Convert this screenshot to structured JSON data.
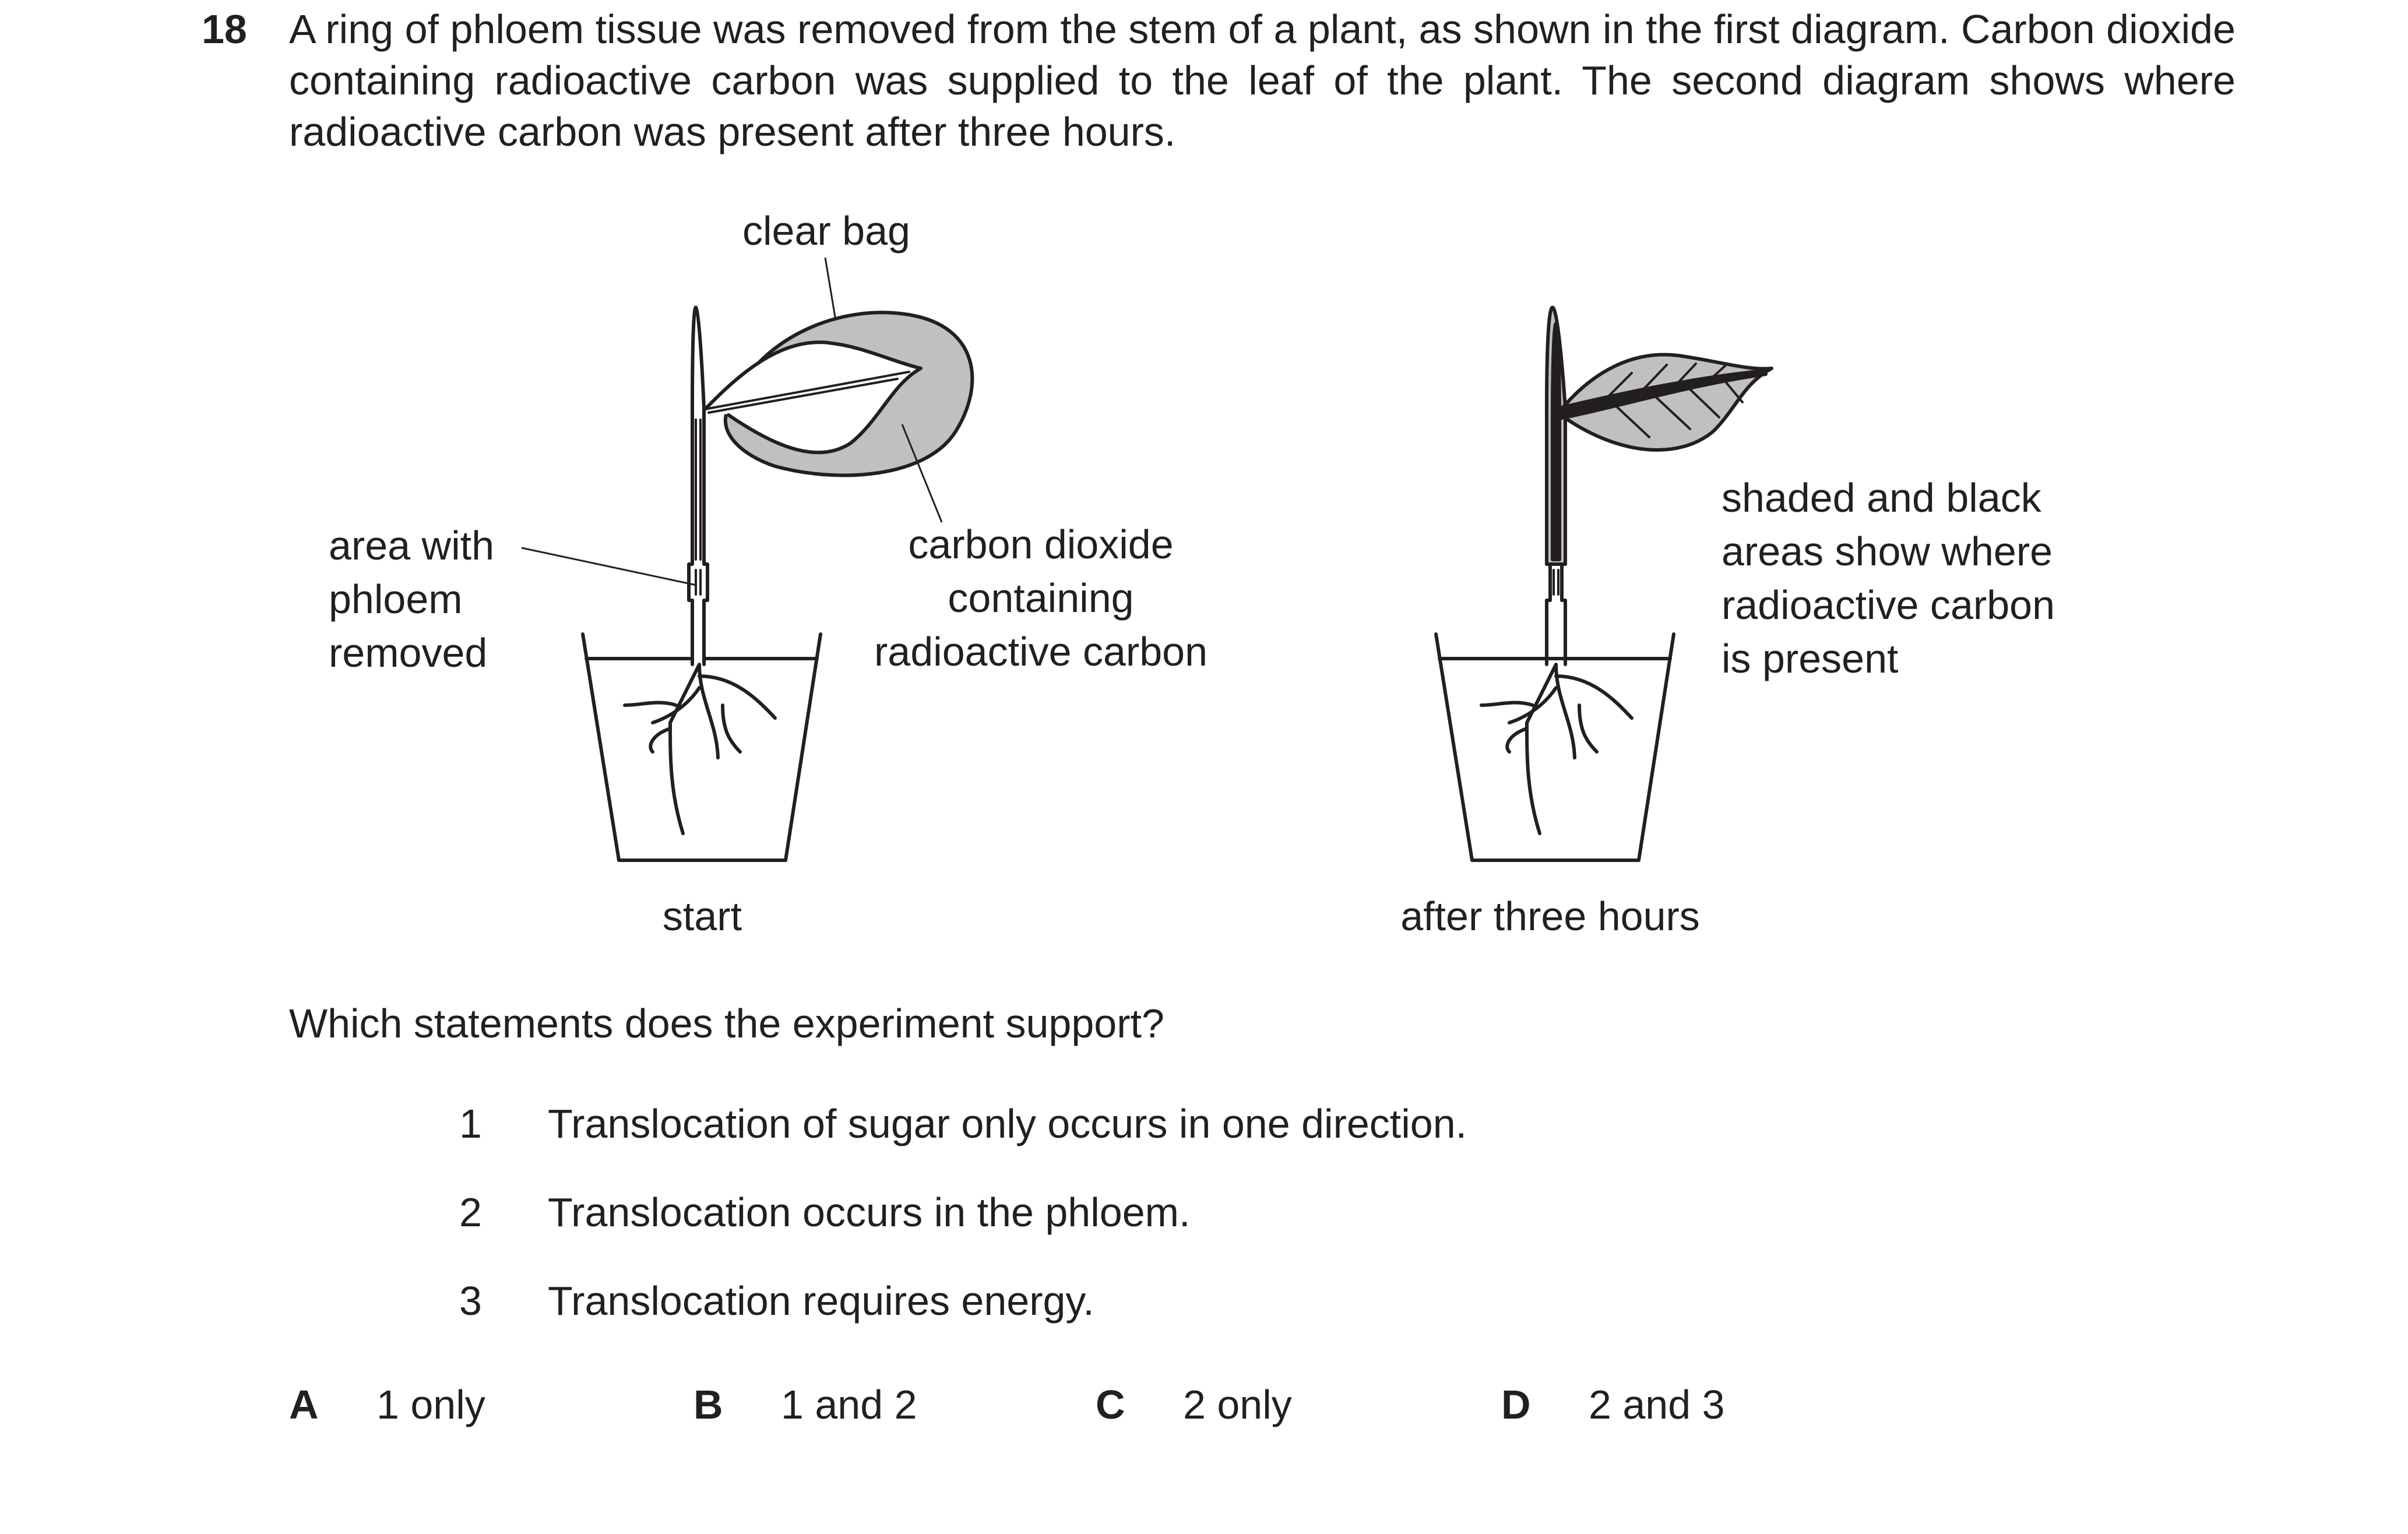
{
  "question": {
    "number": "18",
    "stem": "A ring of phloem tissue was removed from the stem of a plant, as shown in the first diagram. Carbon dioxide containing radioactive carbon was supplied to the leaf of the plant. The second diagram shows where radioactive carbon was present after three hours."
  },
  "figure": {
    "start": {
      "caption": "start",
      "label_bag": "clear bag",
      "label_phloem": [
        "area with",
        "phloem",
        "removed"
      ],
      "label_co2": [
        "carbon dioxide",
        "containing",
        "radioactive carbon"
      ]
    },
    "after": {
      "caption": "after three hours",
      "label_key": [
        "shaded and black",
        "areas show where",
        "radioactive carbon",
        "is present"
      ]
    }
  },
  "prompt": "Which statements does the experiment support?",
  "statements": [
    {
      "num": "1",
      "text": "Translocation of sugar only occurs in one direction."
    },
    {
      "num": "2",
      "text": "Translocation occurs in the phloem."
    },
    {
      "num": "3",
      "text": "Translocation requires energy."
    }
  ],
  "options": [
    {
      "letter": "A",
      "text": "1 only"
    },
    {
      "letter": "B",
      "text": "1 and 2"
    },
    {
      "letter": "C",
      "text": "2 only"
    },
    {
      "letter": "D",
      "text": "2 and 3"
    }
  ],
  "colors": {
    "ink": "#231f20",
    "shade": "#c0c0c0"
  }
}
